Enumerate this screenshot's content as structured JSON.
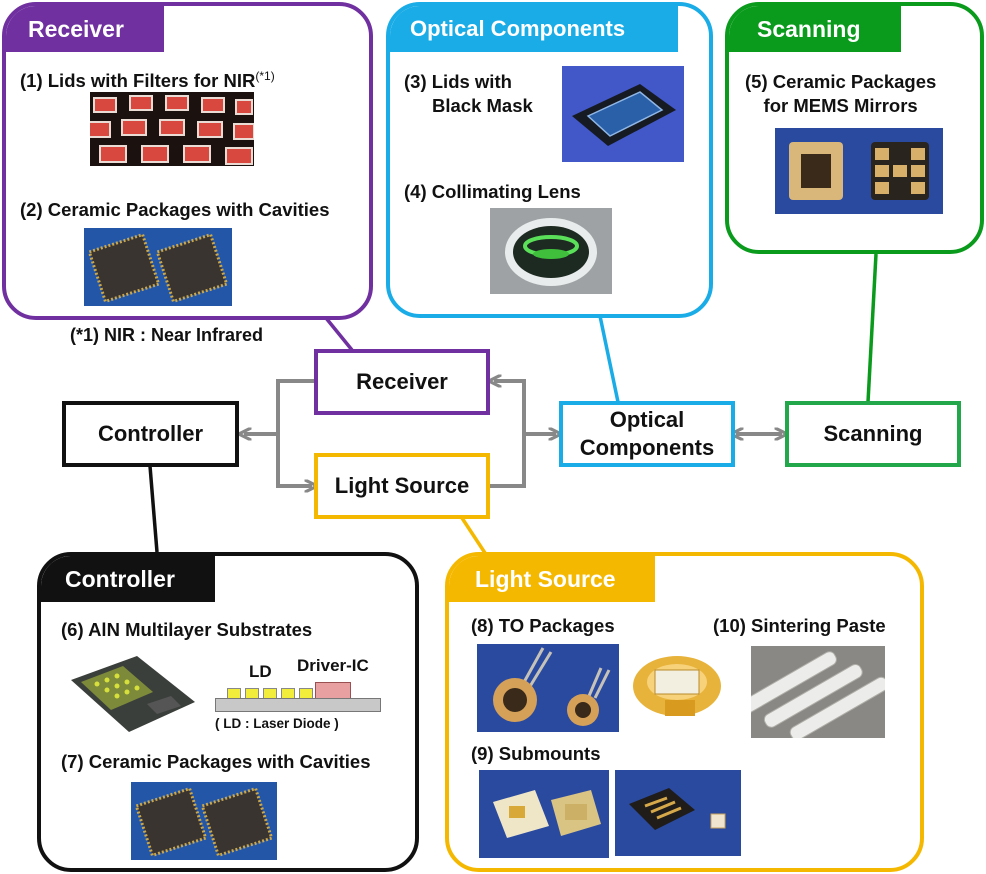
{
  "colors": {
    "receiver": "#7030a0",
    "optical": "#1aace6",
    "scanning": "#0a9a1c",
    "controller": "#111111",
    "light": "#f5b800",
    "arrow": "#888888"
  },
  "panels": {
    "receiver": {
      "title": "Receiver",
      "item1": "(1) Lids with Filters for NIR",
      "item1_sup": "(*1)",
      "item2": "(2) Ceramic Packages with Cavities"
    },
    "optical": {
      "title": "Optical Components",
      "item3_line1": "(3) Lids with",
      "item3_line2": "Black Mask",
      "item4": "(4) Collimating Lens"
    },
    "scanning": {
      "title": "Scanning",
      "item5_line1": "(5) Ceramic Packages",
      "item5_line2": "for MEMS Mirrors"
    },
    "controller": {
      "title": "Controller",
      "item6": "(6) AlN Multilayer Substrates",
      "ld_label": "LD",
      "driver_label": "Driver-IC",
      "ld_note": "( LD : Laser Diode )",
      "item7": "(7) Ceramic Packages with Cavities"
    },
    "light": {
      "title": "Light Source",
      "item8": "(8) TO Packages",
      "item9": "(9) Submounts",
      "item10": "(10) Sintering Paste"
    }
  },
  "footnote": "(*1) NIR : Near Infrared",
  "nodes": {
    "receiver": "Receiver",
    "light": "Light Source",
    "controller": "Controller",
    "optical_line1": "Optical",
    "optical_line2": "Components",
    "scanning": "Scanning"
  },
  "icons": {
    "photo1": "filter-lid-array-photo",
    "photo2": "ceramic-package-photo",
    "photo3": "black-mask-lid-photo",
    "photo4": "collimating-lens-photo",
    "photo5": "mems-package-photo",
    "photo6": "aln-substrate-photo",
    "photo7": "ceramic-package-photo",
    "photo8a": "to-package-photo",
    "photo8b": "to-package-gold-photo",
    "photo9a": "submount-photo",
    "photo9b": "submount-photo",
    "photo10": "sintering-paste-syringe-photo"
  }
}
